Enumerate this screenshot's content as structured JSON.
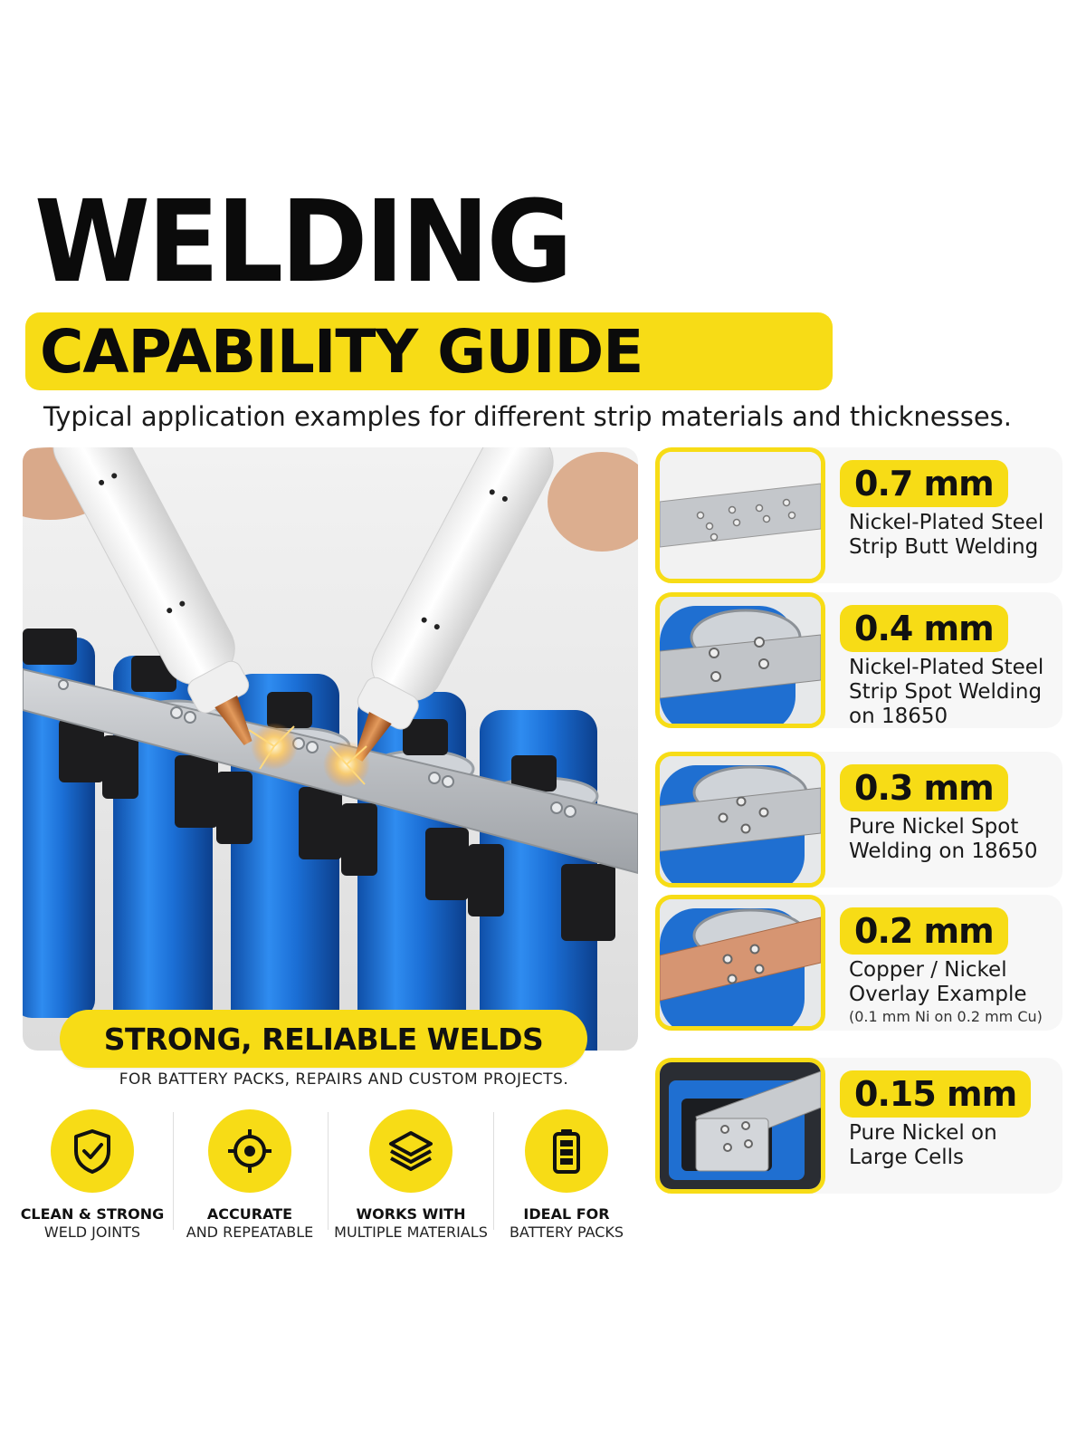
{
  "header": {
    "title": "WELDING",
    "subtitle": "CAPABILITY GUIDE",
    "tagline": "Typical application examples for different strip materials and thicknesses."
  },
  "hero": {
    "banner": "STRONG, RELIABLE WELDS",
    "subline": "FOR BATTERY PACKS, REPAIRS AND CUSTOM PROJECTS."
  },
  "features": [
    {
      "icon": "shield-check-icon",
      "line1": "CLEAN & STRONG",
      "line2": "WELD JOINTS"
    },
    {
      "icon": "crosshair-icon",
      "line1": "ACCURATE",
      "line2": "AND REPEATABLE"
    },
    {
      "icon": "layers-icon",
      "line1": "WORKS WITH",
      "line2": "MULTIPLE MATERIALS"
    },
    {
      "icon": "battery-icon",
      "line1": "IDEAL FOR",
      "line2": "BATTERY PACKS"
    }
  ],
  "cards": [
    {
      "thickness": "0.7 mm",
      "lines": [
        "Nickel-Plated Steel",
        "Strip Butt Welding"
      ],
      "note": ""
    },
    {
      "thickness": "0.4 mm",
      "lines": [
        "Nickel-Plated Steel",
        "Strip Spot Welding",
        "on 18650"
      ],
      "note": ""
    },
    {
      "thickness": "0.3 mm",
      "lines": [
        "Pure Nickel Spot",
        "Welding on 18650"
      ],
      "note": ""
    },
    {
      "thickness": "0.2 mm",
      "lines": [
        "Copper / Nickel",
        "Overlay Example"
      ],
      "note": "(0.1 mm Ni on 0.2 mm Cu)"
    },
    {
      "thickness": "0.15 mm",
      "lines": [
        "Pure Nickel on",
        "Large Cells"
      ],
      "note": ""
    }
  ],
  "colors": {
    "accent_yellow": "#f7dc16",
    "cell_blue": "#1f6fd1",
    "text_dark": "#111111"
  }
}
